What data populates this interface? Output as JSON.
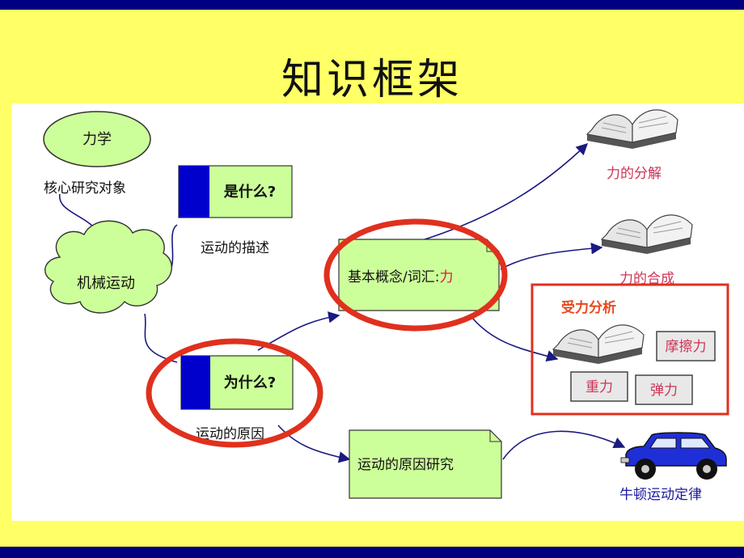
{
  "title": "知识框架",
  "nodes": {
    "mechanics": "力学",
    "core_object": "核心研究对象",
    "mech_motion": "机械运动",
    "what": "是什么?",
    "motion_desc": "运动的描述",
    "why": "为什么?",
    "motion_cause": "运动的原因",
    "concepts_prefix": "基本概念/词汇:",
    "concepts_force": "力",
    "cause_research": "运动的原因研究",
    "force_decompose": "力的分解",
    "force_compose": "力的合成",
    "force_analysis": "受力分析",
    "friction": "摩擦力",
    "gravity": "重力",
    "elastic": "弹力",
    "newton_laws": "牛顿运动定律"
  },
  "colors": {
    "slide_bg": "#ffff66",
    "rule": "#000080",
    "node_green": "#ccff99",
    "node_blue": "#0000cc",
    "highlight_red": "#e0301e",
    "arrow": "#1a1a80"
  }
}
